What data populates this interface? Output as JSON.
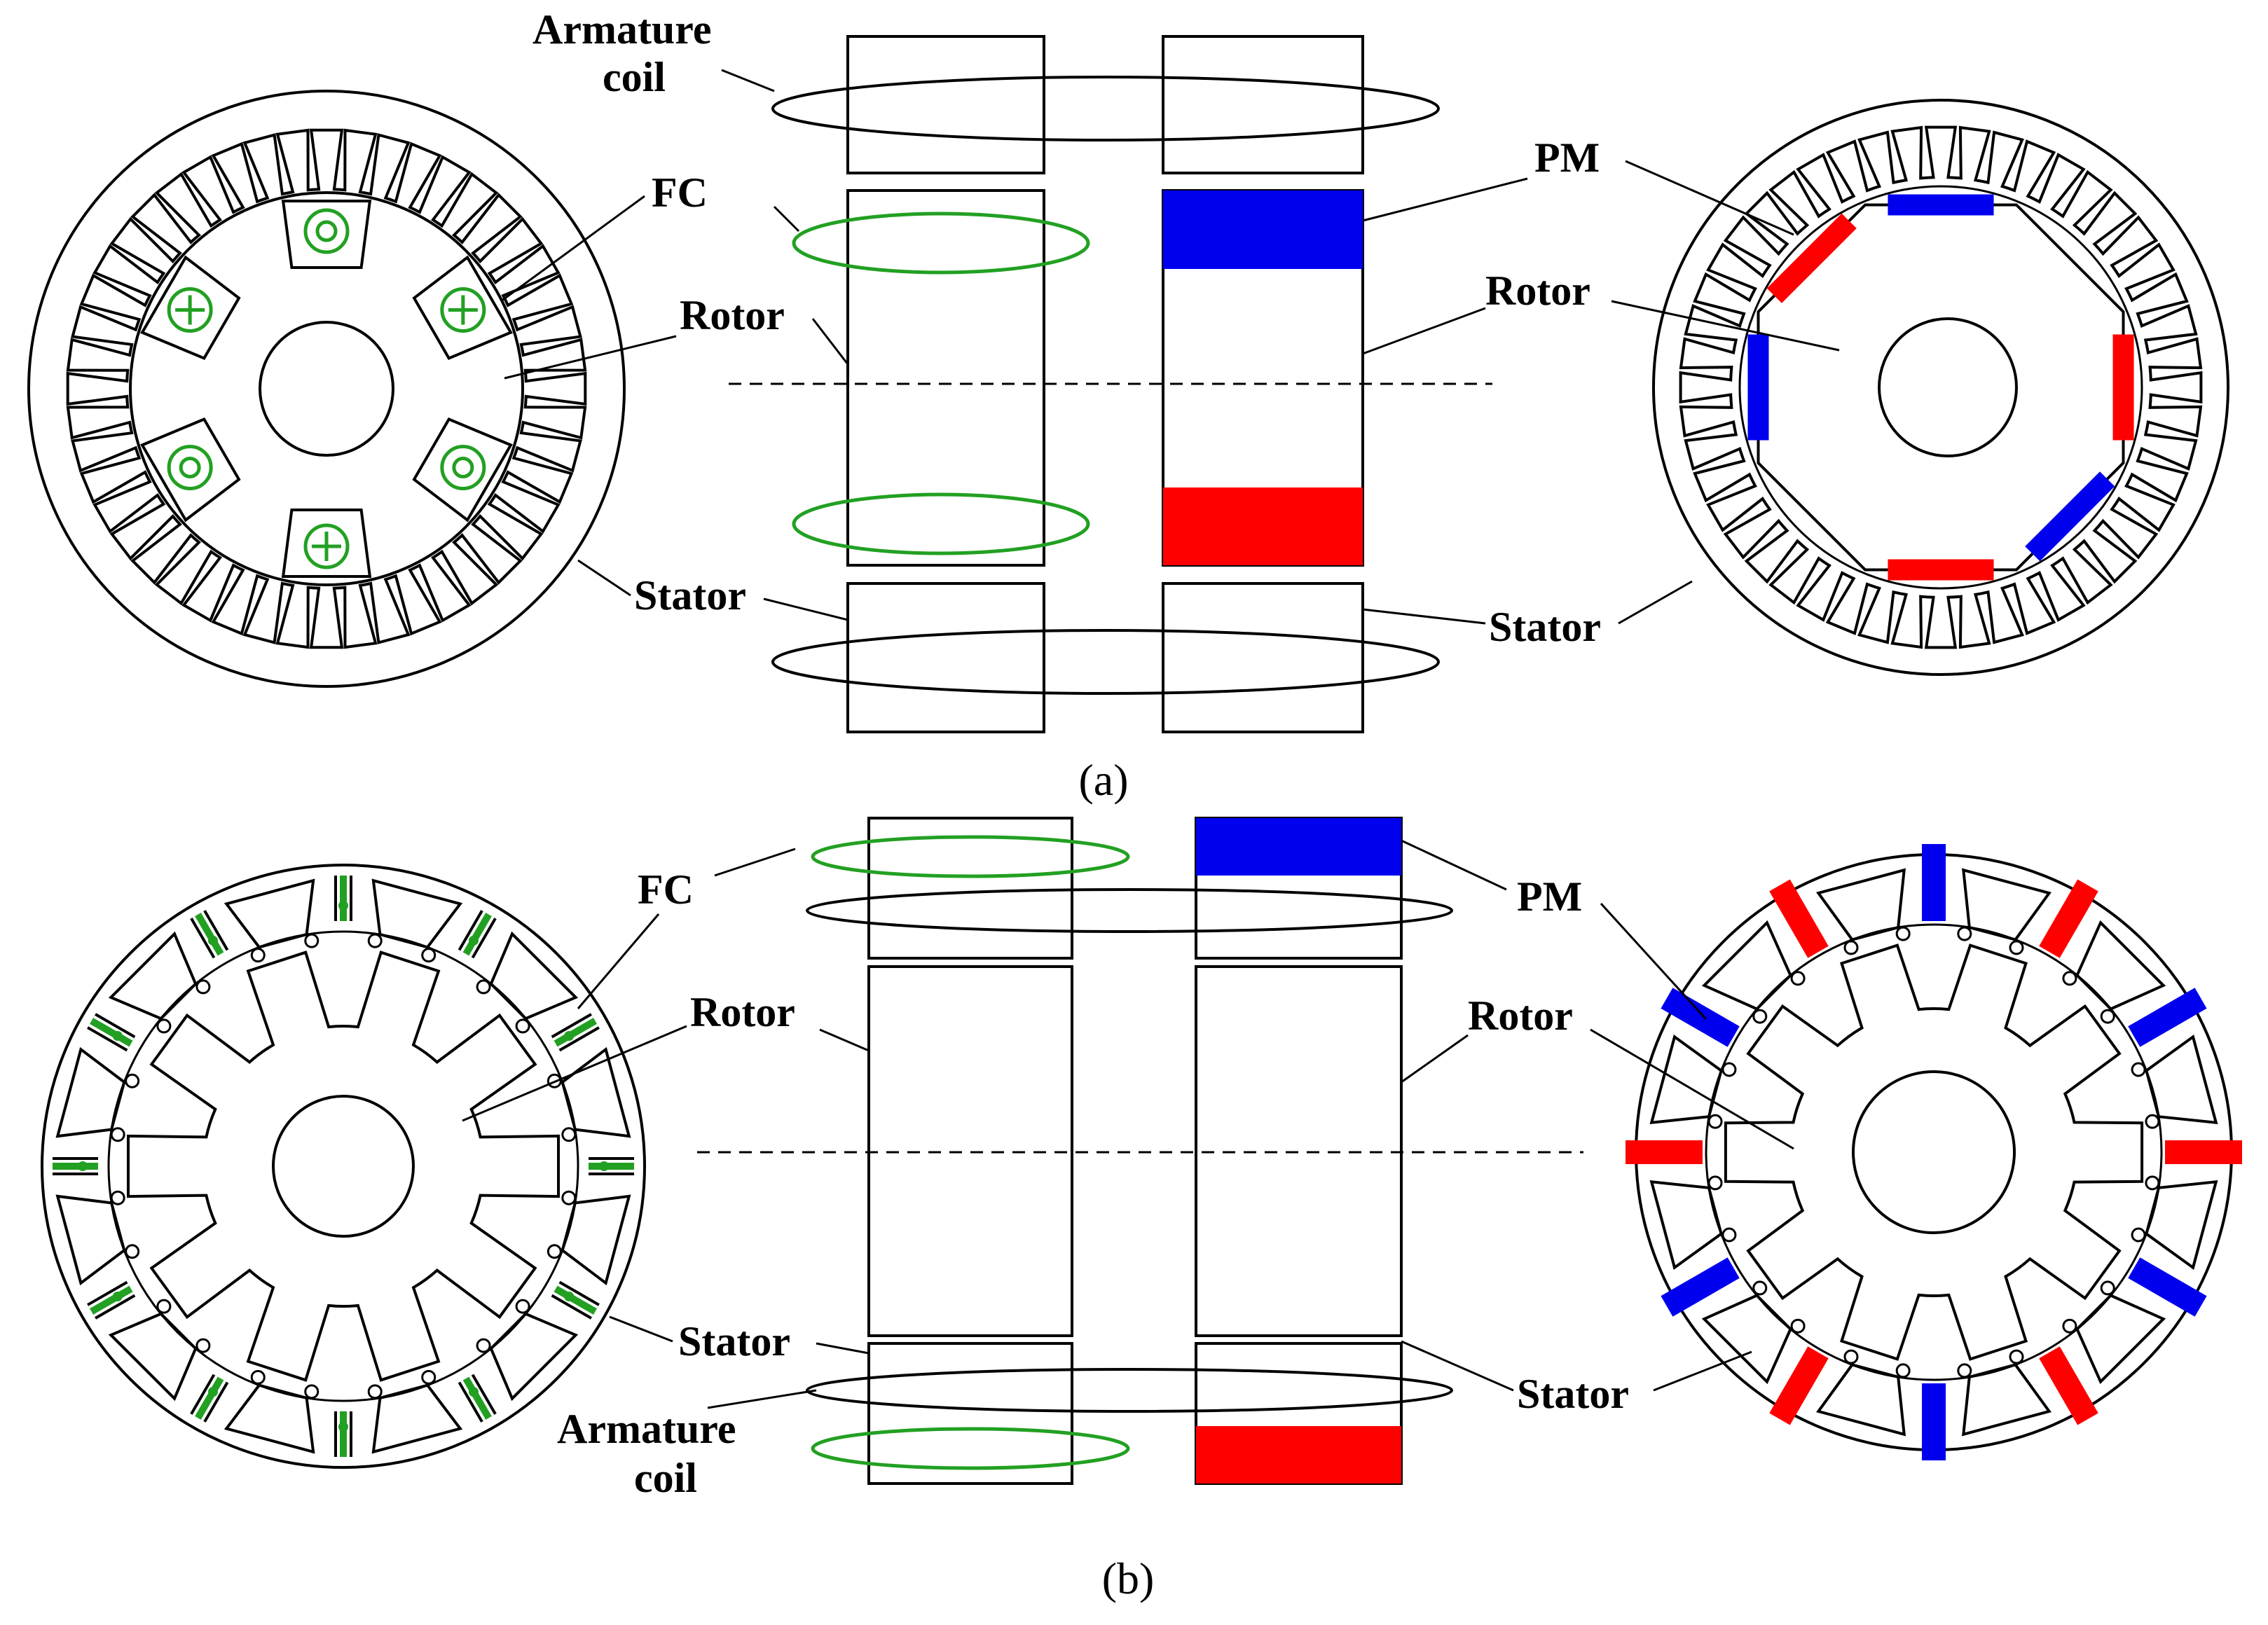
{
  "labels": {
    "armature_coil_a_line1": "Armature",
    "armature_coil_a_line2": "coil",
    "fc_a": "FC",
    "rotor_a_left": "Rotor",
    "stator_a_left": "Stator",
    "pm_a": "PM",
    "rotor_a_right": "Rotor",
    "stator_a_right": "Stator",
    "fc_b": "FC",
    "rotor_b_left": "Rotor",
    "stator_b_left": "Stator",
    "armature_coil_b_line1": "Armature",
    "armature_coil_b_line2": "coil",
    "pm_b": "PM",
    "rotor_b_right": "Rotor",
    "stator_b_right": "Stator"
  },
  "captions": {
    "a": "(a)",
    "b": "(b)"
  },
  "colors": {
    "outline": "#000000",
    "field_coil": "#22a022",
    "pm_north": "#0000ee",
    "pm_south": "#ff0000",
    "background": "#ffffff"
  }
}
